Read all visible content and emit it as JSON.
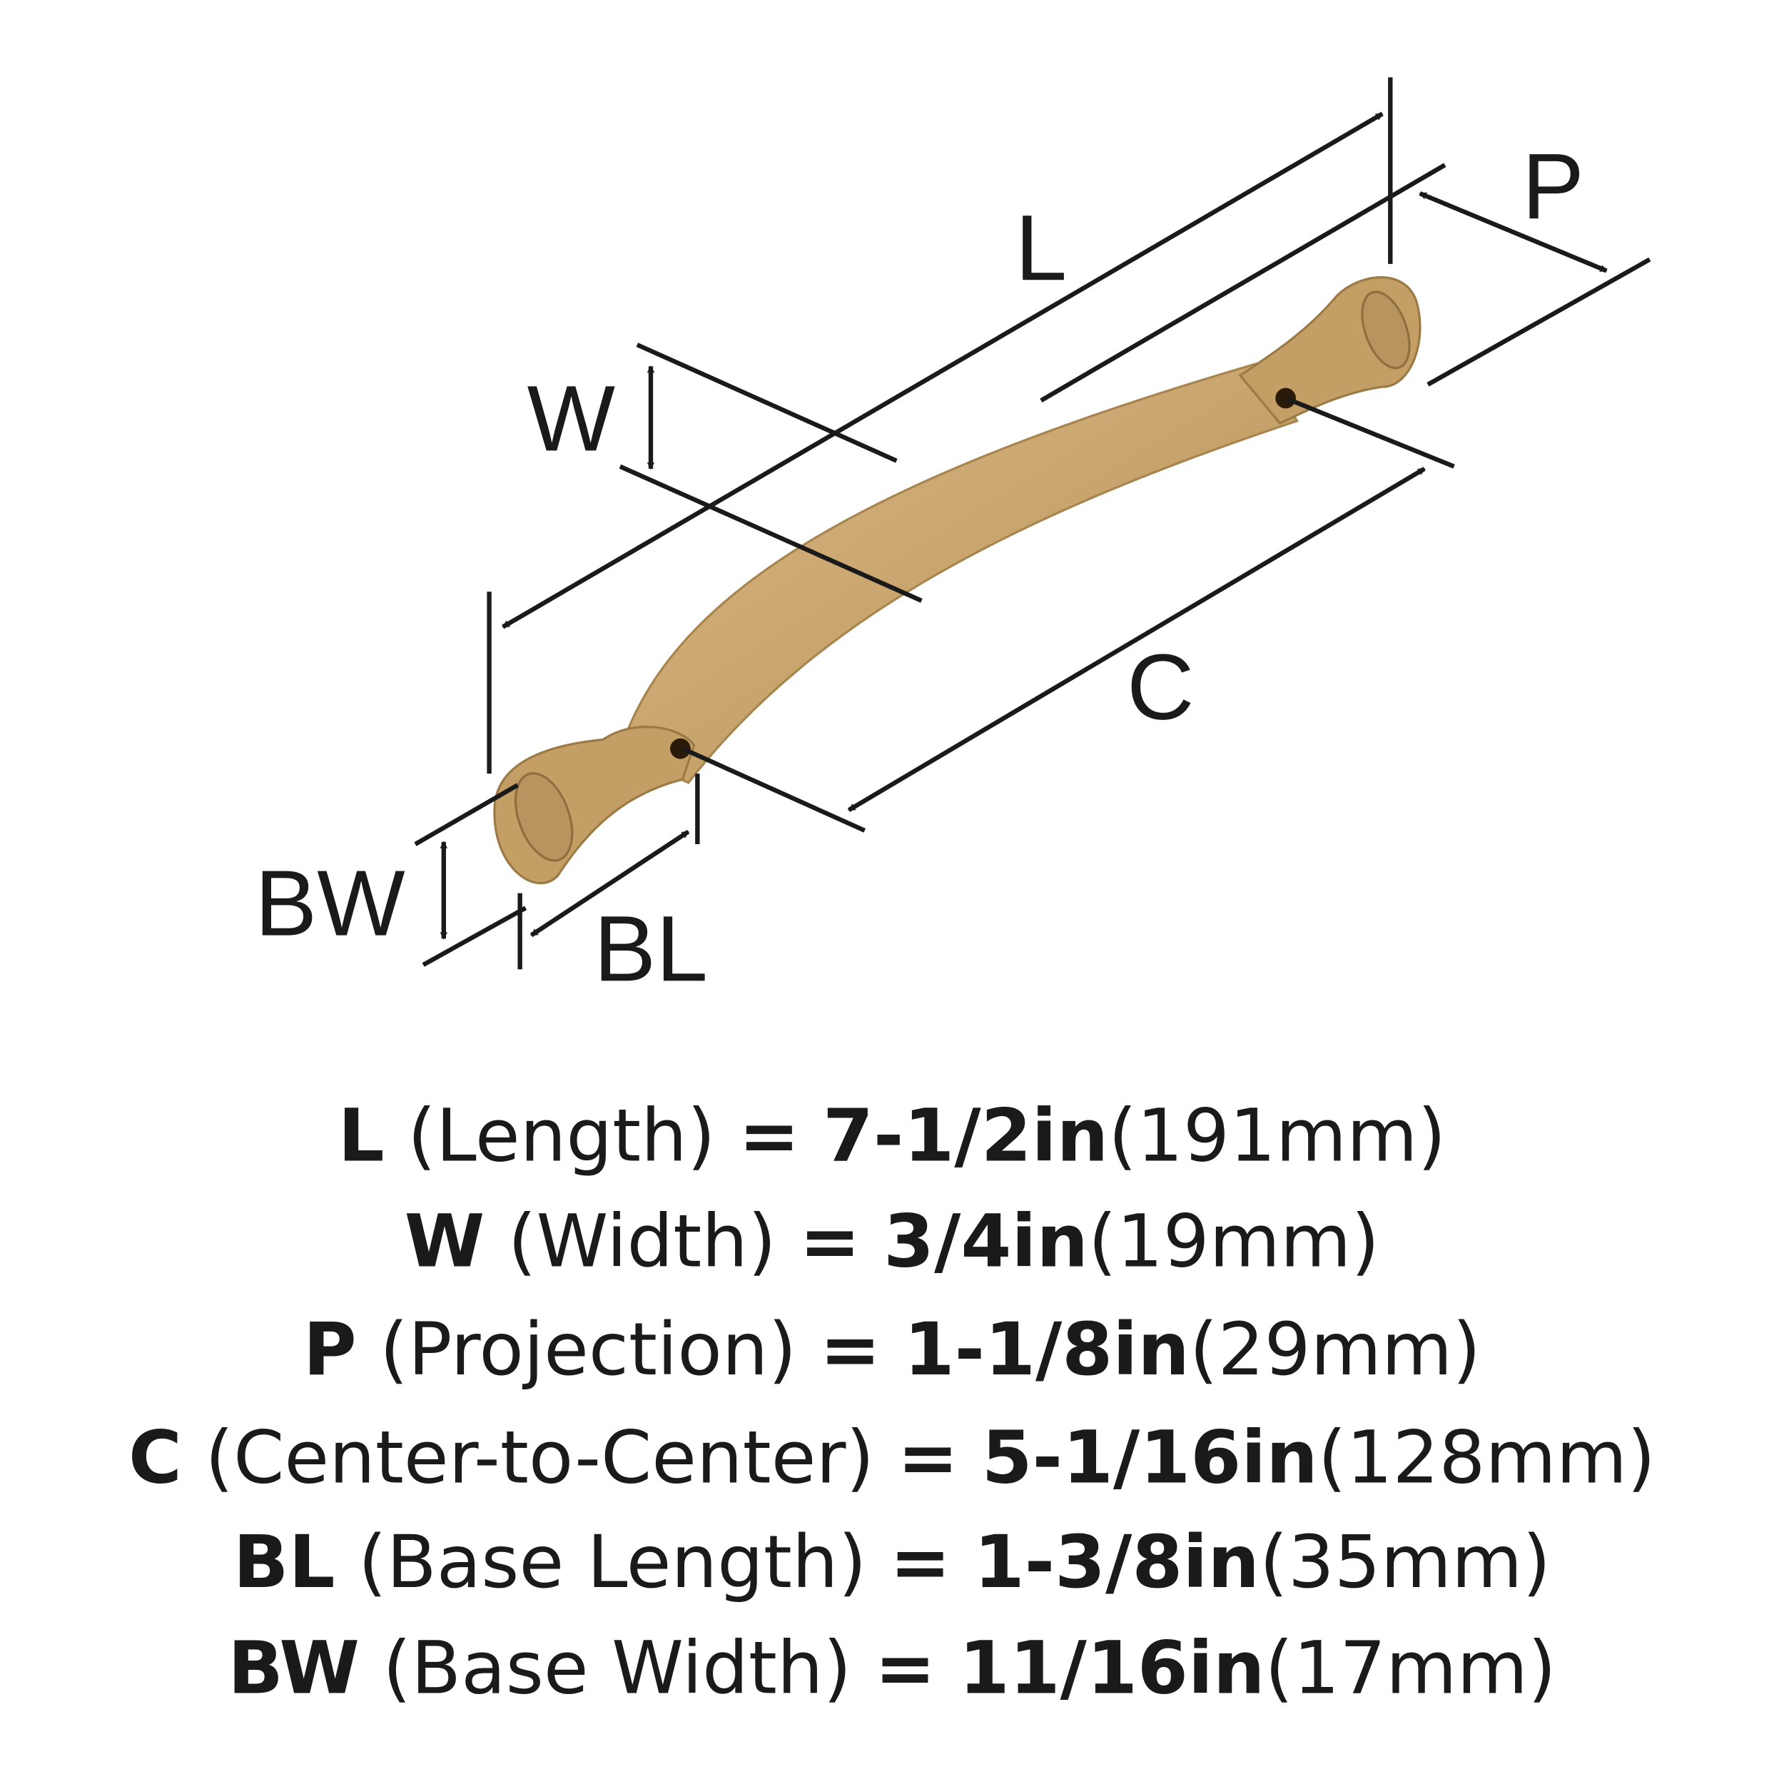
{
  "diagram": {
    "labels": {
      "L": "L",
      "W": "W",
      "P": "P",
      "C": "C",
      "BW": "BW",
      "BL": "BL"
    },
    "finish_color": "#c9a56e"
  },
  "specs": [
    {
      "code": "L",
      "name": "(Length)",
      "eq": "=",
      "imperial": "7-1/2in",
      "metric": "(191mm)"
    },
    {
      "code": "W",
      "name": "(Width)",
      "eq": "=",
      "imperial": "3/4in",
      "metric": "(19mm)"
    },
    {
      "code": "P",
      "name": "(Projection)",
      "eq": "=",
      "imperial": "1-1/8in",
      "metric": "(29mm)"
    },
    {
      "code": "C",
      "name": "(Center-to-Center)",
      "eq": "=",
      "imperial": "5-1/16in",
      "metric": "(128mm)"
    },
    {
      "code": "BL",
      "name": "(Base Length)",
      "eq": "=",
      "imperial": "1-3/8in",
      "metric": "(35mm)"
    },
    {
      "code": "BW",
      "name": "(Base Width)",
      "eq": "=",
      "imperial": "11/16in",
      "metric": "(17mm)"
    }
  ]
}
